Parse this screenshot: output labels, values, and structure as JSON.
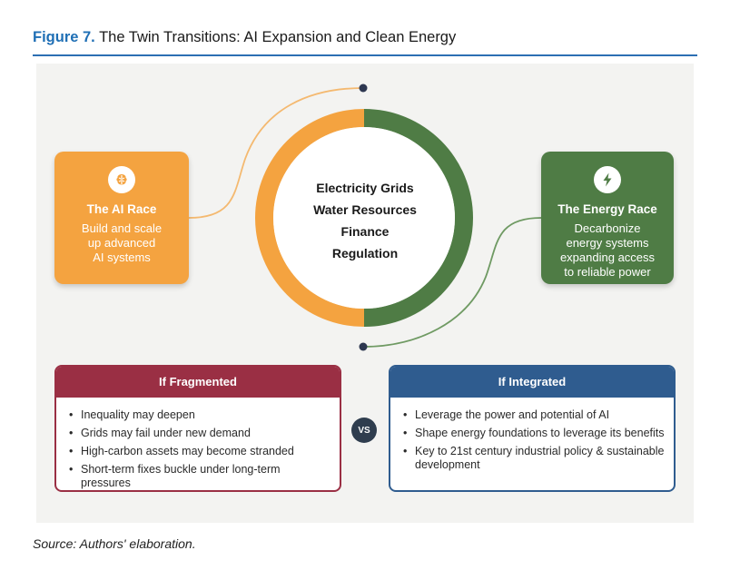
{
  "figure": {
    "number": "Figure 7.",
    "title": "The Twin Transitions: AI Expansion and Clean Energy"
  },
  "ai_race": {
    "icon": "brain-icon",
    "title": "The AI Race",
    "description_lines": [
      "Build and scale",
      "up advanced",
      "AI systems"
    ]
  },
  "energy_race": {
    "icon": "lightning-bolt-icon",
    "title": "The Energy Race",
    "description_lines": [
      "Decarbonize",
      "energy systems",
      "expanding access",
      "to reliable power"
    ]
  },
  "center": {
    "items": [
      "Electricity Grids",
      "Water Resources",
      "Finance",
      "Regulation"
    ]
  },
  "fragmented": {
    "header": "If Fragmented",
    "items": [
      "Inequality may deepen",
      "Grids may fail under new demand",
      "High-carbon assets may become stranded",
      "Short-term fixes buckle under long-term pressures"
    ]
  },
  "integrated": {
    "header": "If Integrated",
    "items": [
      "Leverage the power and potential of AI",
      "Shape energy foundations to leverage its benefits",
      "Key to 21st century industrial policy & sustainable development"
    ]
  },
  "vs_label": "VS",
  "source": "Source: Authors' elaboration.",
  "colors": {
    "ai_orange": "#f4a340",
    "energy_green": "#4f7c45",
    "fragmented_red": "#9a2f44",
    "integrated_blue": "#2f5c8f",
    "title_blue": "#1f6fb5"
  }
}
